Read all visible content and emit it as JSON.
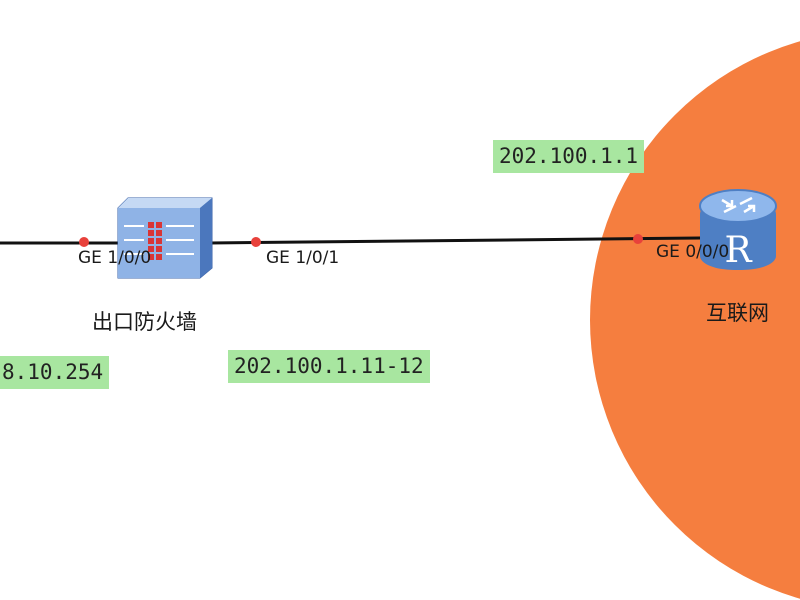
{
  "devices": {
    "firewall": {
      "label": "出口防火墙",
      "icon": "firewall-icon"
    },
    "router": {
      "label": "互联网",
      "icon": "router-icon"
    }
  },
  "ports": {
    "firewall_in": "GE 1/0/0",
    "firewall_out": "GE 1/0/1",
    "router_in": "GE 0/0/0"
  },
  "ip_tags": {
    "left": "8.10.254",
    "firewall": "202.100.1.11-12",
    "router": "202.100.1.1"
  },
  "colors": {
    "internet_region": "#f57e3f",
    "ip_tag_bg": "#a8e6a0",
    "link": "#111111",
    "port_dot": "#e8413b"
  }
}
